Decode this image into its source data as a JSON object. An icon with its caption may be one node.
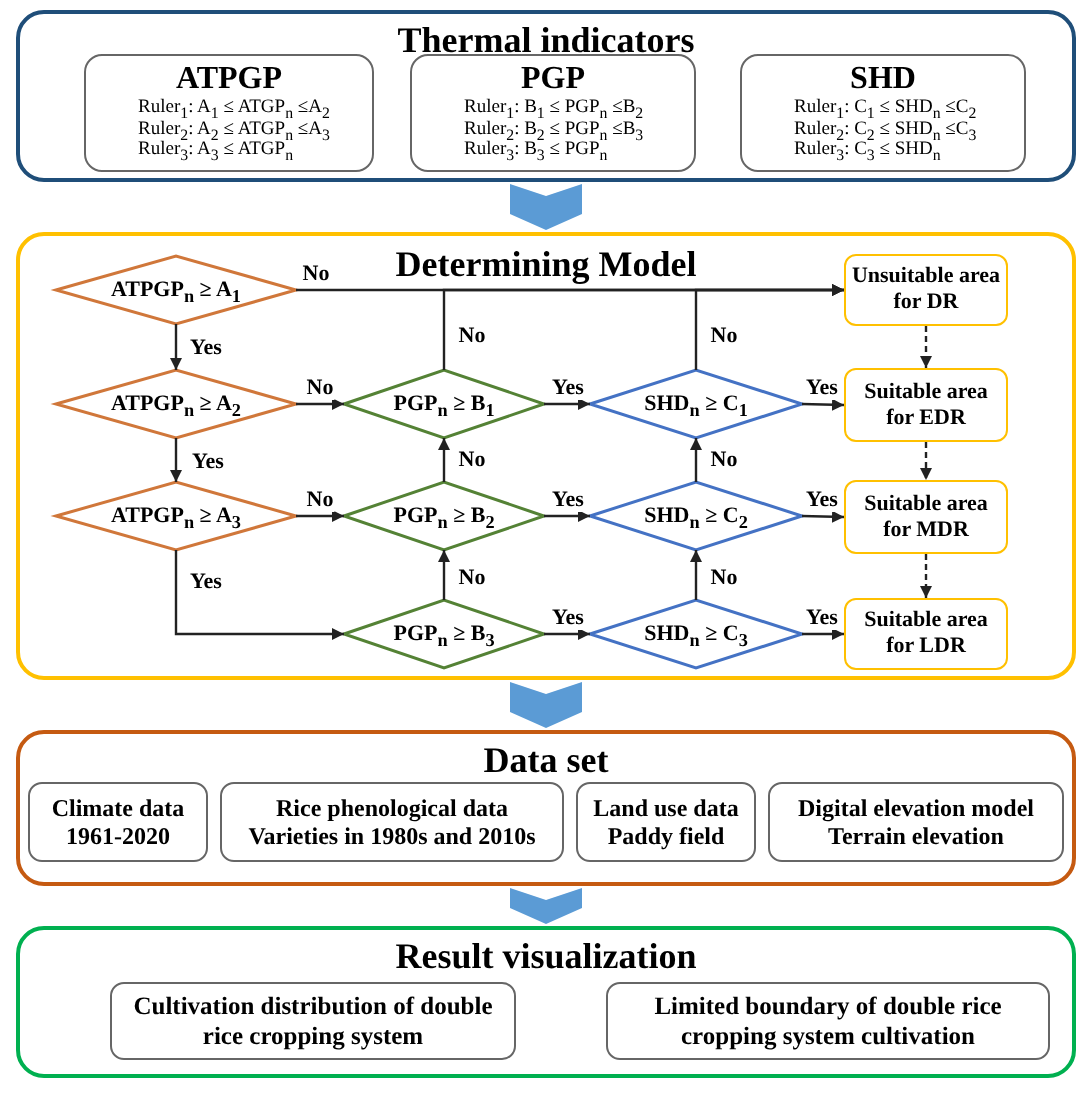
{
  "diagram": {
    "nodes": [
      {
        "text": [
          "Thermal indicators"
        ]
      },
      {
        "text": [
          "ATPGP",
          "Ruler$_{1}$: A$_{1}$ ≤ ATGP$_{n}$ ≤A$_{2}$",
          "Ruler$_{2}$: A$_{2}$ ≤ ATGP$_{n}$ ≤A$_{3}$",
          "Ruler$_{3}$: A$_{3}$ ≤ ATGP$_{n}$"
        ],
        "in": 0
      },
      {
        "text": [
          "PGP",
          "Ruler$_{1}$: B$_{1}$ ≤ PGP$_{n}$ ≤B$_{2}$",
          "Ruler$_{2}$: B$_{2}$ ≤ PGP$_{n}$ ≤B$_{3}$",
          "Ruler$_{3}$: B$_{3}$ ≤ PGP$_{n}$"
        ],
        "in": 0
      },
      {
        "text": [
          "SHD",
          "Ruler$_{1}$: C$_{1}$ ≤ SHD$_{n}$ ≤C$_{2}$",
          "Ruler$_{2}$: C$_{2}$ ≤ SHD$_{n}$ ≤C$_{3}$",
          "Ruler$_{3}$: C$_{3}$ ≤ SHD$_{n}$"
        ],
        "in": 0
      },
      {
        "text": [
          "Determining Model"
        ]
      },
      {
        "text": [
          "ATPGP$_{n}$ ≥ A$_{1}$"
        ],
        "in": 4
      },
      {
        "text": [
          "Unsuitable area for DR"
        ],
        "in": 4
      },
      {
        "text": [
          "ATPGP$_{n}$ ≥ A$_{2}$"
        ],
        "in": 4
      },
      {
        "text": [
          "PGP$_{n}$ ≥ B$_{1}$"
        ],
        "in": 4
      },
      {
        "text": [
          "SHD$_{n}$ ≥ C$_{1}$"
        ],
        "in": 4
      },
      {
        "text": [
          "Suitable area for EDR"
        ],
        "in": 4
      },
      {
        "text": [
          "ATPGP$_{n}$ ≥ A$_{3}$"
        ],
        "in": 4
      },
      {
        "text": [
          "PGP$_{n}$ ≥ B$_{2}$"
        ],
        "in": 4
      },
      {
        "text": [
          "SHD$_{n}$ ≥ C$_{2}$"
        ],
        "in": 4
      },
      {
        "text": [
          "Suitable area for MDR"
        ],
        "in": 4
      },
      {
        "text": [
          "PGP$_{n}$ ≥ B$_{3}$"
        ],
        "in": 4
      },
      {
        "text": [
          "SHD$_{n}$ ≥ C$_{3}$"
        ],
        "in": 4
      },
      {
        "text": [
          "Suitable area for LDR"
        ],
        "in": 4
      },
      {
        "text": [
          "Data set"
        ]
      },
      {
        "text": [
          "Climate data",
          "1961-2020"
        ],
        "in": 18
      },
      {
        "text": [
          "Rice phenological data",
          "Varieties in 1980s and 2010s"
        ],
        "in": 18
      },
      {
        "text": [
          "Land use data",
          "Paddy field"
        ],
        "in": 18
      },
      {
        "text": [
          "Digital elevation model",
          "Terrain elevation"
        ],
        "in": 18
      },
      {
        "text": [
          "Result visualization"
        ]
      },
      {
        "text": [
          "Cultivation distribution of double rice cropping system"
        ],
        "in": 23
      },
      {
        "text": [
          "Limited boundary of double rice cropping system cultivation"
        ],
        "in": 23
      }
    ],
    "edges": [
      {
        "from": 0,
        "to": 4,
        "arrow": "to",
        "style": "thick",
        "color": "#5b9bd5"
      },
      {
        "from": 4,
        "to": 18,
        "arrow": "to",
        "style": "thick",
        "color": "#5b9bd5"
      },
      {
        "from": 18,
        "to": 23,
        "arrow": "to",
        "style": "thick",
        "color": "#5b9bd5"
      },
      {
        "from": 5,
        "to": 7,
        "arrow": "to",
        "label": "Yes"
      },
      {
        "from": 7,
        "to": 11,
        "arrow": "to",
        "label": "Yes"
      },
      {
        "from": 11,
        "to": 15,
        "arrow": "to",
        "label": "Yes"
      },
      {
        "from": 5,
        "to": 6,
        "arrow": "to",
        "label": "No"
      },
      {
        "from": 8,
        "to": 6,
        "arrow": "to",
        "label": "No"
      },
      {
        "from": 9,
        "to": 6,
        "arrow": "to",
        "label": "No"
      },
      {
        "from": 7,
        "to": 8,
        "arrow": "to",
        "label": "No"
      },
      {
        "from": 11,
        "to": 12,
        "arrow": "to",
        "label": "No"
      },
      {
        "from": 12,
        "to": 8,
        "arrow": "to",
        "label": "No"
      },
      {
        "from": 15,
        "to": 12,
        "arrow": "to",
        "label": "No"
      },
      {
        "from": 8,
        "to": 9,
        "arrow": "to",
        "label": "Yes"
      },
      {
        "from": 12,
        "to": 13,
        "arrow": "to",
        "label": "Yes"
      },
      {
        "from": 15,
        "to": 16,
        "arrow": "to",
        "label": "Yes"
      },
      {
        "from": 9,
        "to": 10,
        "arrow": "to",
        "label": "Yes"
      },
      {
        "from": 13,
        "to": 14,
        "arrow": "to",
        "label": "Yes"
      },
      {
        "from": 16,
        "to": 17,
        "arrow": "to",
        "label": "Yes"
      },
      {
        "from": 13,
        "to": 9,
        "arrow": "to",
        "label": "No"
      },
      {
        "from": 16,
        "to": 13,
        "arrow": "to",
        "label": "No"
      },
      {
        "from": 6,
        "to": 10,
        "arrow": "to",
        "style": "dashed"
      },
      {
        "from": 10,
        "to": 14,
        "arrow": "to",
        "style": "dashed"
      },
      {
        "from": 14,
        "to": 17,
        "arrow": "to",
        "style": "dashed"
      }
    ]
  }
}
